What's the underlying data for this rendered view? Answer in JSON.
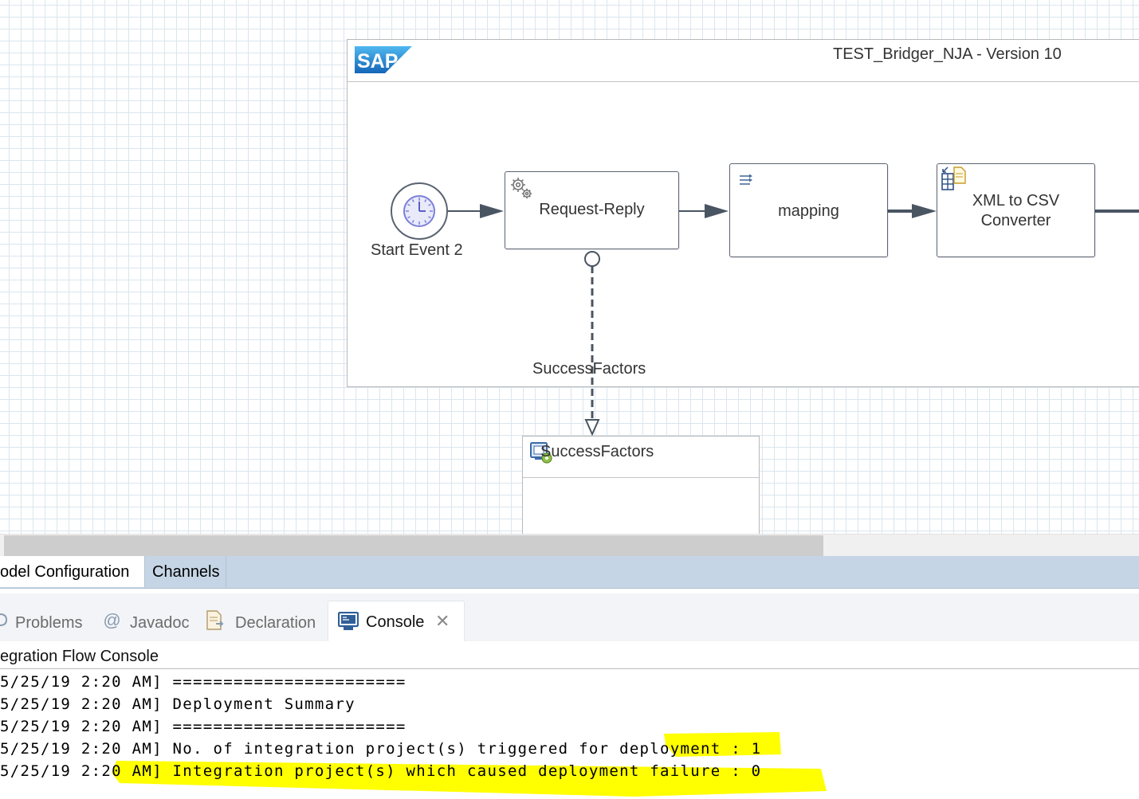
{
  "diagram": {
    "pool_title": "TEST_Bridger_NJA - Version 10",
    "logo_text": "SAP",
    "start_event_label": "Start Event 2",
    "tasks": [
      {
        "label": "Request-Reply",
        "icon": "gear-icon"
      },
      {
        "label": "mapping",
        "icon": "mapping-icon"
      },
      {
        "label_lines": [
          "XML to CSV",
          "Converter"
        ],
        "icon": "converter-icon"
      }
    ],
    "connection_label": "SuccessFactors",
    "participant_title": "SuccessFactors",
    "participant_icon": "system-icon"
  },
  "editor_tabs": [
    "odel Configuration",
    "Channels"
  ],
  "view_tabs": [
    {
      "label": "Problems",
      "icon": "problems-icon"
    },
    {
      "label": "Javadoc",
      "icon": "at-icon"
    },
    {
      "label": "Declaration",
      "icon": "declaration-icon"
    },
    {
      "label": "Console",
      "icon": "console-icon",
      "active": true
    }
  ],
  "console": {
    "title": "egration Flow Console",
    "lines": [
      "5/25/19 2:20 AM] =======================",
      "5/25/19 2:20 AM] Deployment Summary",
      "5/25/19 2:20 AM] =======================",
      "5/25/19 2:20 AM] No. of integration project(s) triggered for deployment : 1",
      "5/25/19 2:20 AM] Integration project(s) which caused deployment failure : 0"
    ],
    "highlight_color": "#ffff00"
  },
  "colors": {
    "flow_line": "#4a5562",
    "editor_tab_bar": "#c5d5e5",
    "sap_blue": "#0a6ed1"
  }
}
